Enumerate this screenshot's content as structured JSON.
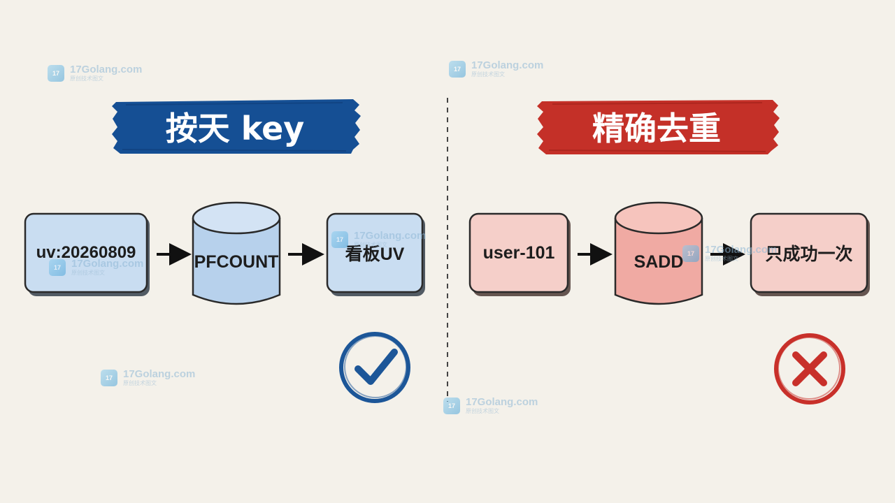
{
  "left_panel": {
    "title": "按天 key",
    "nodes": [
      {
        "label": "uv:20260809"
      },
      {
        "label": "PFCOUNT"
      },
      {
        "label": "看板UV"
      }
    ],
    "verdict_icon": "check-circle-icon",
    "colors": {
      "banner": "#154f94",
      "node_fill": "#c9ddf1",
      "verdict": "#1c5698"
    }
  },
  "right_panel": {
    "title": "精确去重",
    "nodes": [
      {
        "label": "user-101"
      },
      {
        "label": "SADD"
      },
      {
        "label": "只成功一次"
      }
    ],
    "verdict_icon": "cross-circle-icon",
    "colors": {
      "banner": "#c43028",
      "node_fill": "#f5cfc9",
      "verdict": "#c8302a"
    }
  },
  "watermark": {
    "site": "17Golang.com",
    "tagline": "原创技术图文"
  }
}
